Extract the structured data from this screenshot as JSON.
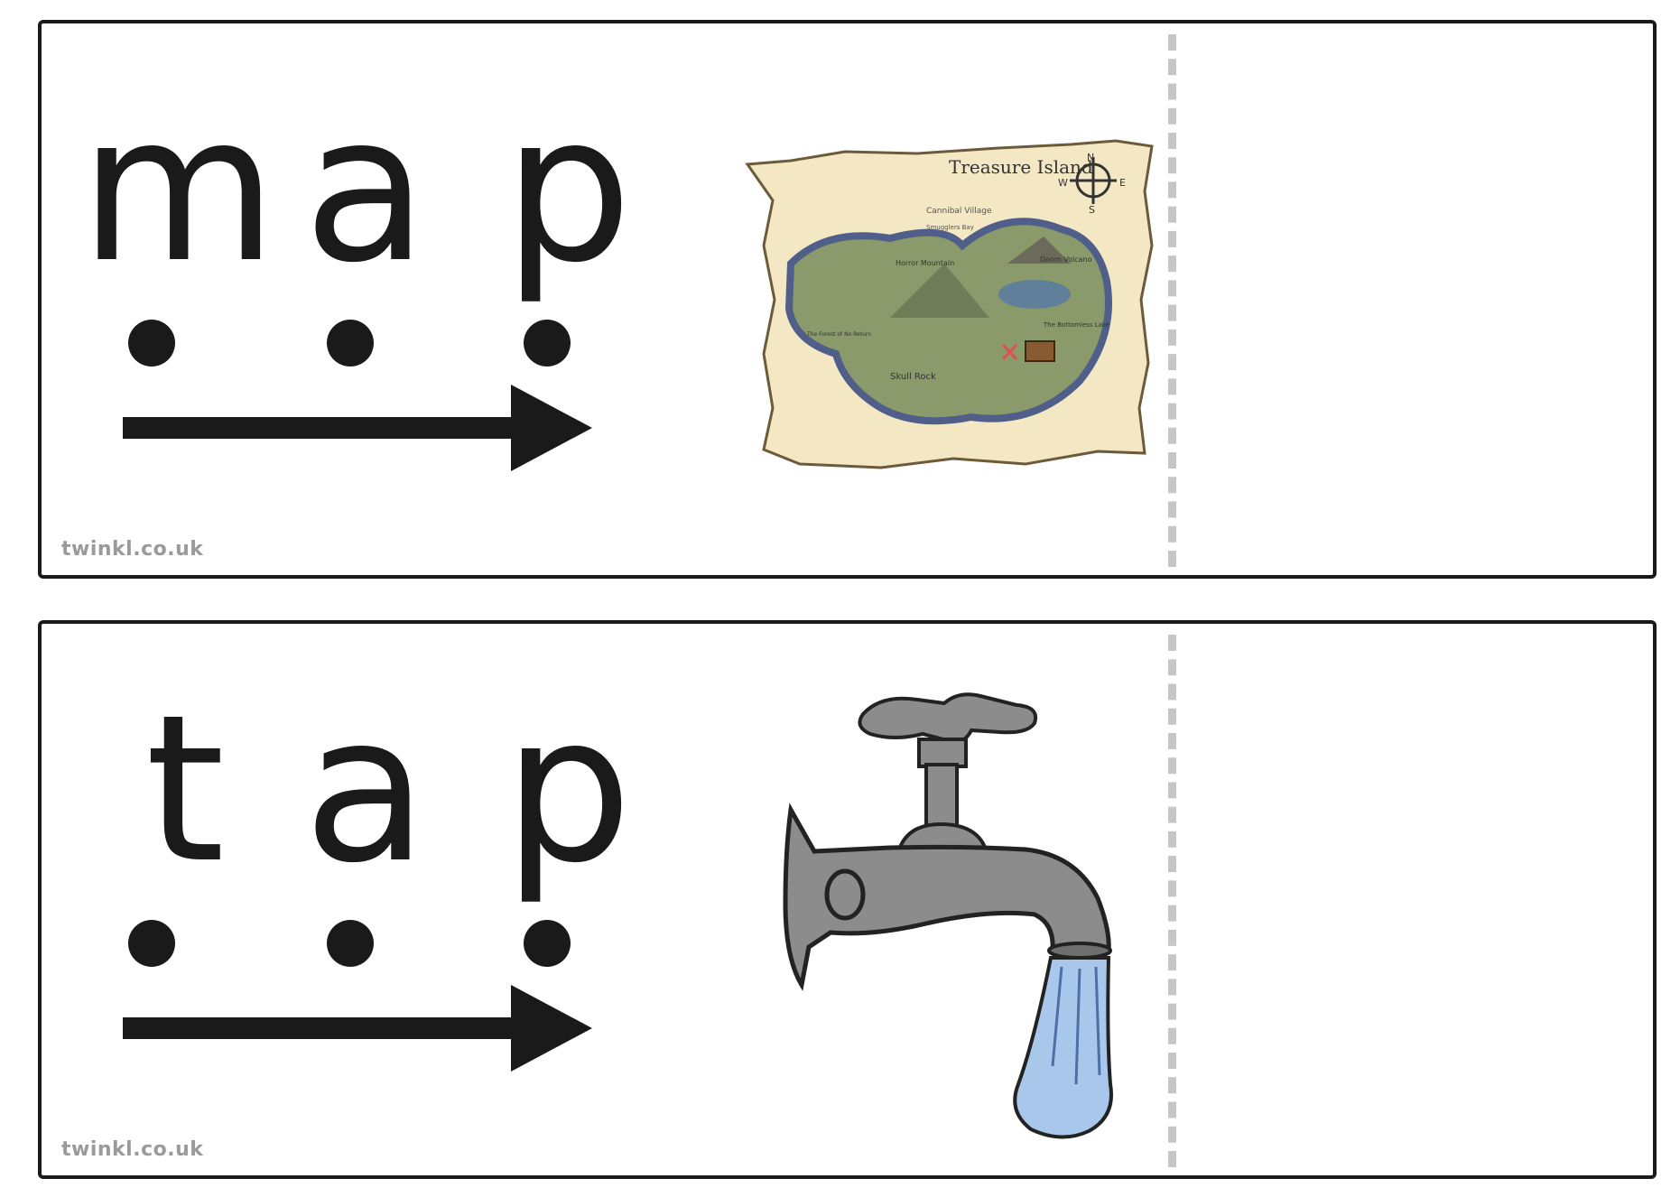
{
  "brand": {
    "text": "twinkl.co.uk"
  },
  "cards": [
    {
      "word_letters": [
        "m",
        "a",
        "p"
      ],
      "picture": {
        "icon": "treasure-map-icon",
        "title": "Treasure Island",
        "labels": [
          "Cannibal Village",
          "Smugglers Bay",
          "Doom Volcano",
          "Horror Mountain",
          "The Bottomless Lake",
          "The Forest of No Return",
          "Skull Rock"
        ],
        "compass": [
          "N",
          "W",
          "E",
          "S"
        ]
      }
    },
    {
      "word_letters": [
        "t",
        "a",
        "p"
      ],
      "picture": {
        "icon": "water-tap-icon"
      }
    }
  ],
  "colors": {
    "ink": "#1a1a1a",
    "dashed_line": "#c6c6c6",
    "brand": "#9a9a9a",
    "parchment": "#f3e7c4",
    "island": "#8a9a6a",
    "tap_metal": "#8c8c8c",
    "water": "#a9c7ea"
  }
}
